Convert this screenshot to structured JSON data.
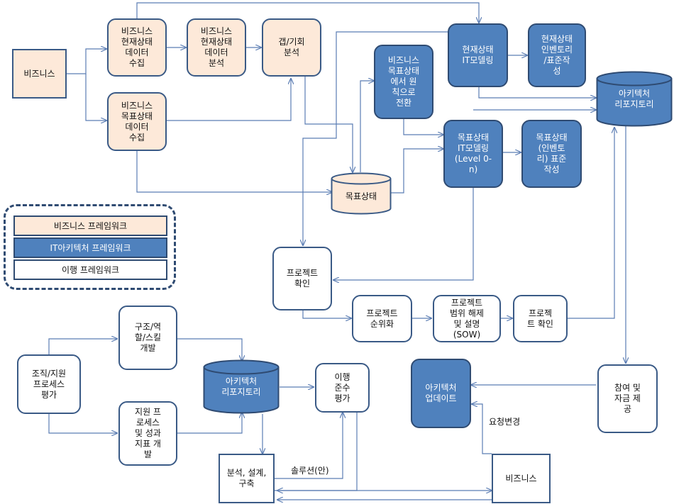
{
  "nodes": {
    "biz_start": "비즈니스",
    "biz_current_collect": "비즈니스\n현재상태\n데이터\n수집",
    "biz_current_analysis": "비즈니스\n현재상태\n데이터\n분석",
    "gap_analysis": "갭/기회\n분석",
    "biz_target_collect": "비즈니스\n목표상태\n데이터\n수집",
    "biz_target_principle": "비즈니스\n목표상태\n에서 원\n칙으로\n전환",
    "current_it_model": "현재상태\nIT모델링",
    "current_inventory": "현재상태\n인벤토리\n/표준작\n성",
    "repository_top": "아키텍처\n리포지토리",
    "target_it_model": "목표상태\nIT모델링\n(Level 0-\nn)",
    "target_inventory": "목표상태\n(인벤토\n리) 표준\n작성",
    "target_state": "목표상태",
    "project_confirm1": "프로젝트\n확인",
    "project_priority": "프로젝트\n순위화",
    "project_scope": "프로젝트\n범위 해제\n및 설명\n(SOW)",
    "project_confirm2": "프로젝\n트 확인",
    "participation": "참여 및\n자금 제\n공",
    "arch_update": "아키텍처\n업데이트",
    "org_eval": "조직/지원\n프로세스\n평가",
    "structure_dev": "구조/역\n할/스킬\n개발",
    "support_dev": "지원 프\n로세스\n및 성과\n지표 개\n발",
    "repository_bottom": "아키텍처\n리포지토리",
    "migration_eval": "이행\n준수\n평가",
    "analysis_build": "분석, 설계,\n구축",
    "biz_end": "비즈니스"
  },
  "edge_labels": {
    "change_request": "요청변경",
    "solution_draft": "솔루션(안)"
  },
  "legend": {
    "business": "비즈니스 프레임워크",
    "it": "IT아키텍처 프레임워크",
    "migration": "이행 프레임워크"
  },
  "colors": {
    "business_fill": "#fde9d9",
    "it_fill": "#4f81bd",
    "border": "#3a5a86",
    "line": "#5b7db3"
  }
}
